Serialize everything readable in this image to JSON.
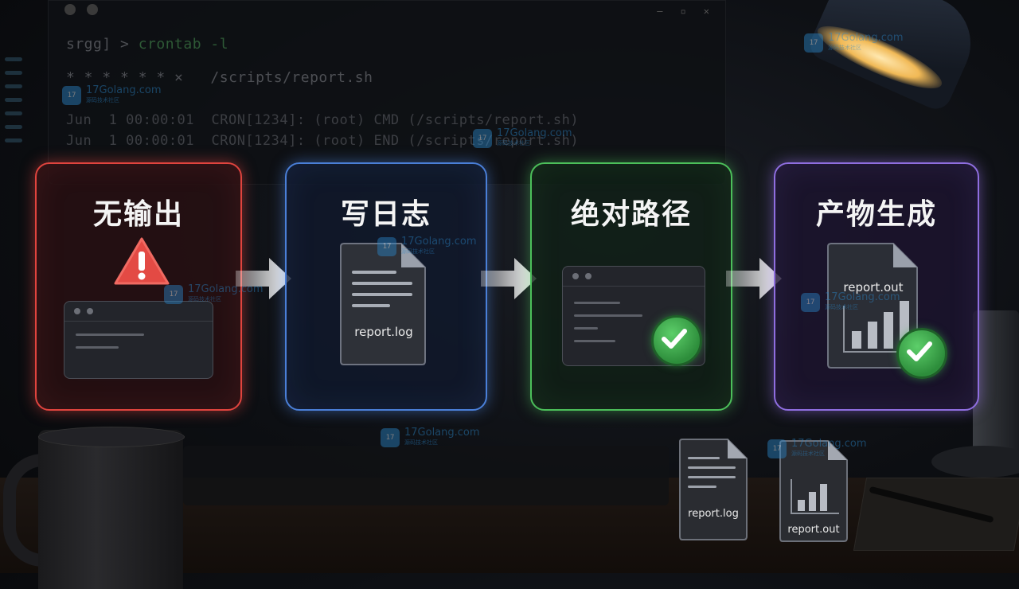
{
  "terminal": {
    "prompt": "srgg] >",
    "command": "crontab -l",
    "cron_entry": "* * * * * * ×   /scripts/report.sh",
    "log_lines": [
      "Jun  1 00:00:01  CRON[1234]: (root) CMD (/scripts/report.sh)",
      "Jun  1 00:00:01  CRON[1234]: (root) END (/scripts/report.sh)"
    ]
  },
  "steps": [
    {
      "title": "无输出",
      "accent": "#e0443e",
      "icon": "warning-icon"
    },
    {
      "title": "写日志",
      "accent": "#4a7fd8",
      "icon": "log-file-icon",
      "file_label": "report.log"
    },
    {
      "title": "绝对路径",
      "accent": "#4cbf5a",
      "icon": "terminal-window-icon"
    },
    {
      "title": "产物生成",
      "accent": "#8f6ee0",
      "icon": "report-chart-icon",
      "file_label": "report.out"
    }
  ],
  "desk_files": [
    {
      "label": "report.log",
      "icon": "log-file-icon"
    },
    {
      "label": "report.out",
      "icon": "report-chart-icon"
    }
  ],
  "watermark": {
    "text": "17Golang.com",
    "sub": "源码技术社区"
  }
}
